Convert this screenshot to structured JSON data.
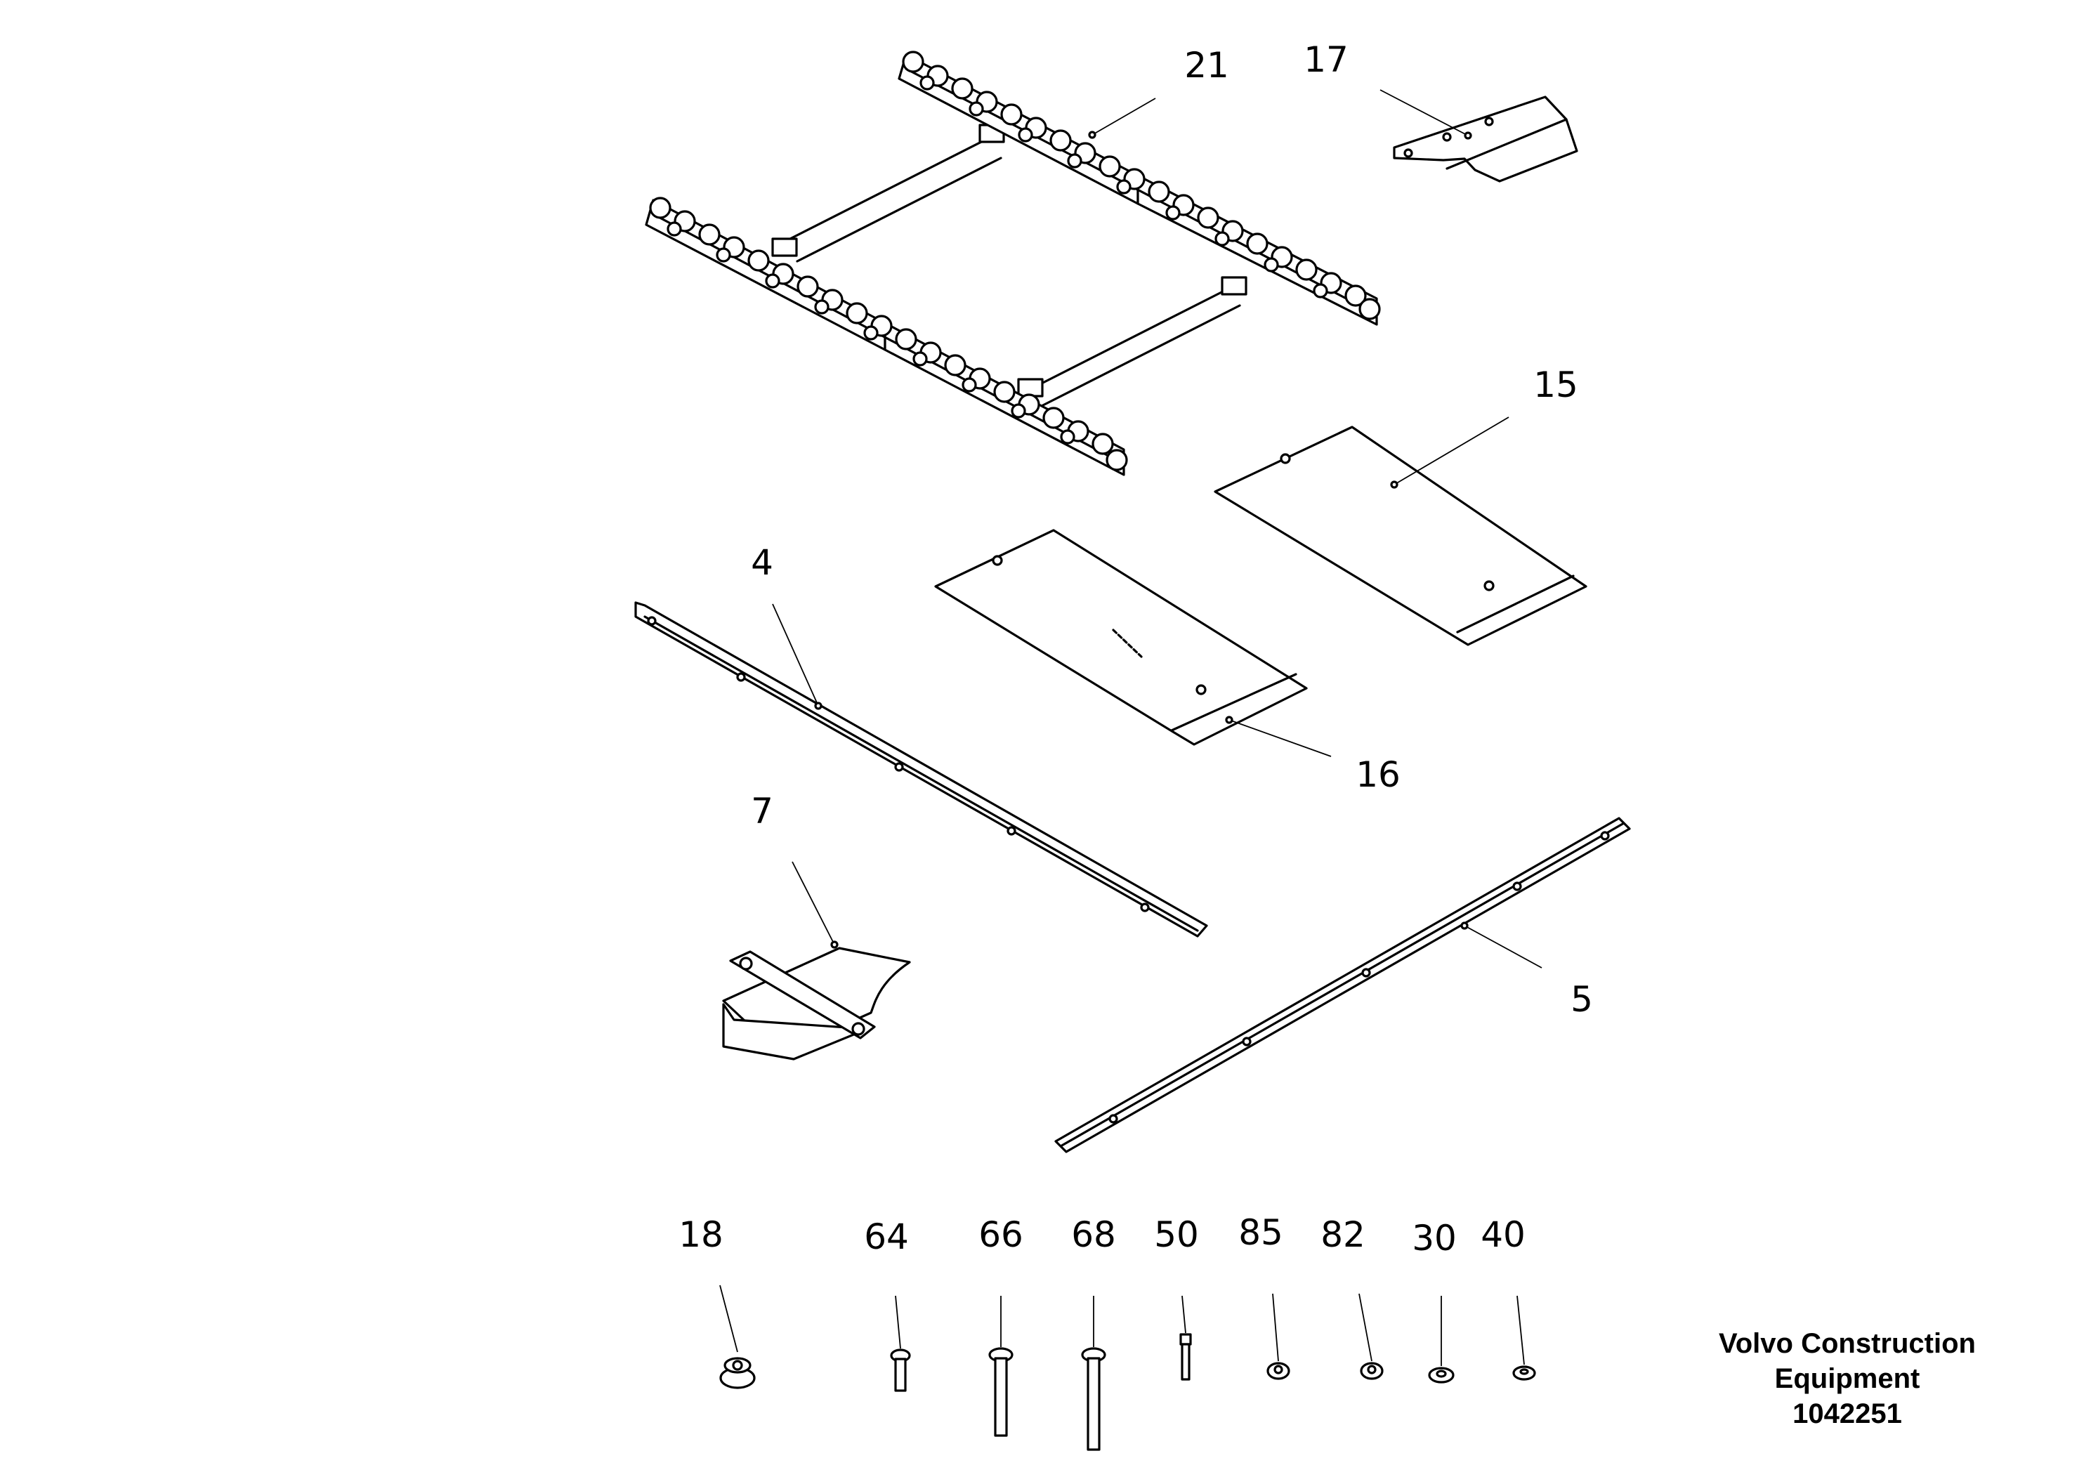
{
  "callouts": {
    "21": "21",
    "17": "17",
    "15": "15",
    "16": "16",
    "4": "4",
    "7": "7",
    "5": "5",
    "18": "18",
    "64": "64",
    "66": "66",
    "68": "68",
    "50": "50",
    "85": "85",
    "82": "82",
    "30": "30",
    "40": "40"
  },
  "brand": {
    "line1": "Volvo Construction",
    "line2": "Equipment",
    "code": "1042251"
  }
}
